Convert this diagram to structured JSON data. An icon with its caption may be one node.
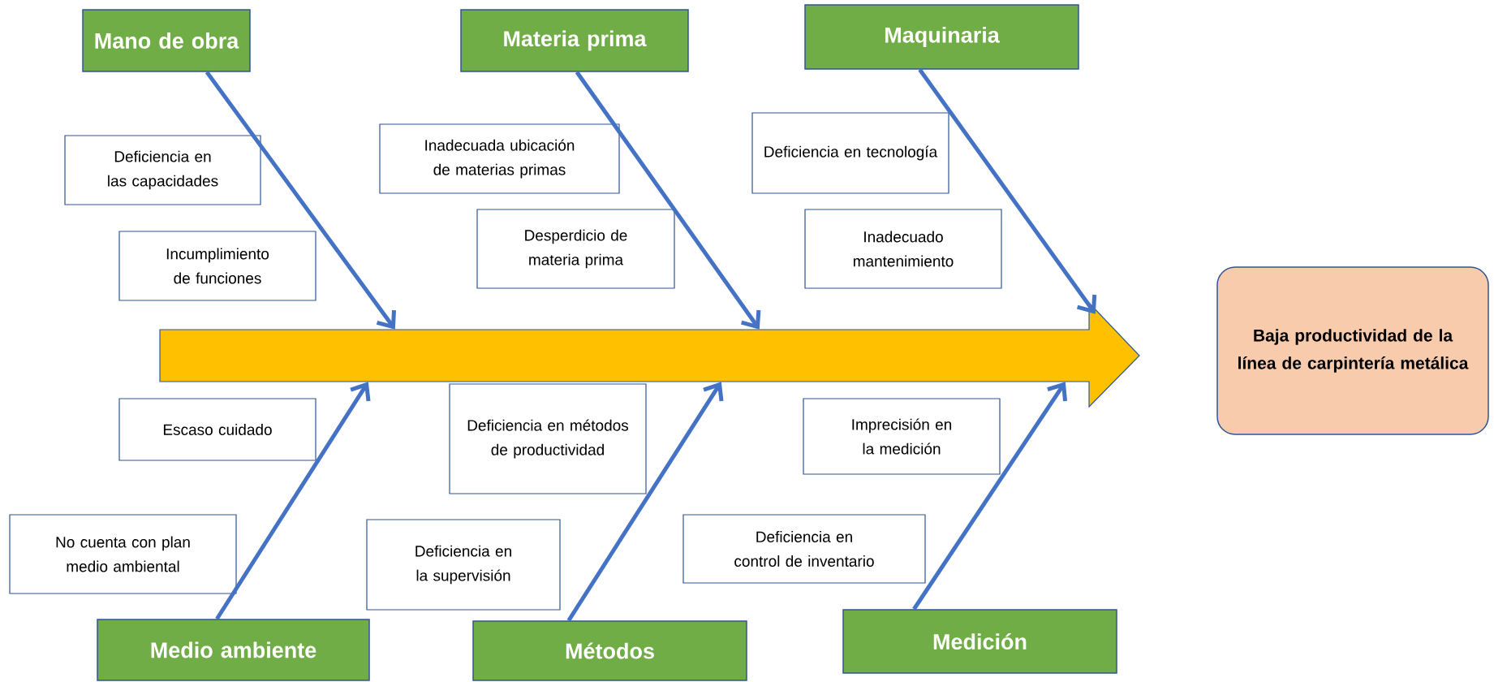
{
  "diagram": {
    "nodes": [
      {
        "text": [
          "Mano de obra"
        ]
      },
      {
        "text": [
          "Materia prima"
        ]
      },
      {
        "text": [
          "Maquinaria"
        ]
      },
      {
        "text": [
          "Deficiencia en las capacidades"
        ]
      },
      {
        "text": [
          "Inadecuada ubicación de materias primas"
        ]
      },
      {
        "text": [
          "Deficiencia en tecnología"
        ]
      },
      {
        "text": [
          "Incumplimiento de funciones"
        ]
      },
      {
        "text": [
          "Desperdicio de materia prima"
        ]
      },
      {
        "text": [
          "Inadecuado mantenimiento"
        ]
      },
      {
        "text": [
          "Baja productividad de la línea de carpintería metálica"
        ]
      },
      {
        "text": [
          "Escaso cuidado"
        ]
      },
      {
        "text": [
          "Deficiencia en métodos de productividad"
        ]
      },
      {
        "text": [
          "Imprecisión en la medición"
        ]
      },
      {
        "text": [
          "No cuenta con plan medio ambiental"
        ]
      },
      {
        "text": [
          "Deficiencia en la supervisión"
        ]
      },
      {
        "text": [
          "Deficiencia en control de inventario"
        ]
      },
      {
        "text": [
          "Medio ambiente"
        ]
      },
      {
        "text": [
          "Métodos"
        ]
      },
      {
        "text": [
          "Medición"
        ]
      },
      {
        "text": [],
        "shape": "arrow"
      }
    ],
    "edges": [
      {
        "from": 0,
        "to": 19,
        "arrow": "to"
      },
      {
        "from": 1,
        "to": 19,
        "arrow": "to"
      },
      {
        "from": 2,
        "to": 19,
        "arrow": "to"
      },
      {
        "from": 16,
        "to": 19,
        "arrow": "to"
      },
      {
        "from": 17,
        "to": 19,
        "arrow": "to"
      },
      {
        "from": 18,
        "to": 19,
        "arrow": "to"
      }
    ]
  }
}
